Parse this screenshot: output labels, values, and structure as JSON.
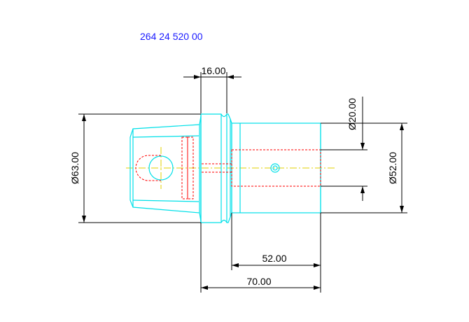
{
  "header": {
    "part_number": "264 24 520 00"
  },
  "dimensions": {
    "flange_width": "16.00",
    "flange_diameter": "Ø63.00",
    "bore_diameter": "Ø20.00",
    "shank_diameter": "Ø52.00",
    "bore_depth": "52.00",
    "overall_length": "70.00"
  },
  "colors": {
    "outline": "#00e0e8",
    "hidden": "#ff0000",
    "centerline": "#e0d000",
    "dimension": "#000000",
    "label": "#1a1aff"
  }
}
